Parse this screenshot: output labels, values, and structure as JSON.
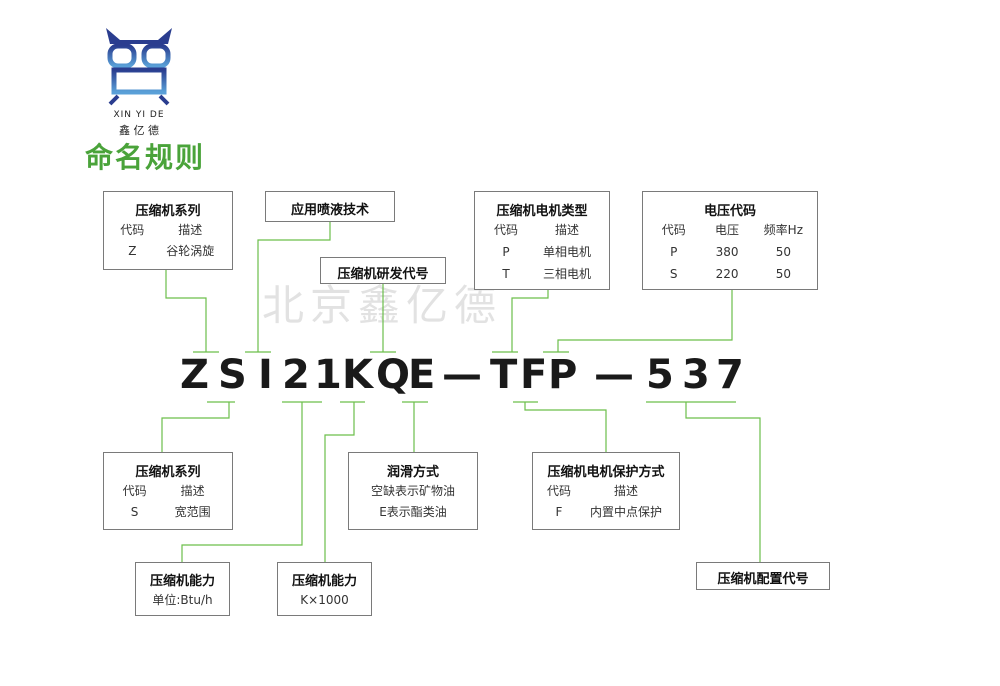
{
  "logo": {
    "brand_en": "XIN YI DE",
    "brand_cn": "鑫 亿 德"
  },
  "page_title": "命名规则",
  "watermark": "北京鑫亿德",
  "model_code": {
    "chars": [
      "Z",
      "S",
      "I",
      "2",
      "1",
      "K",
      "Q",
      "E",
      "—",
      "T",
      "F",
      "P",
      "—",
      "5",
      "3",
      "7"
    ]
  },
  "colors": {
    "line": "#6cbf4b",
    "title_green": "#4aa33a",
    "box_border": "#7a7a7a"
  },
  "boxes": {
    "series_top": {
      "title": "压缩机系列",
      "header": [
        "代码",
        "描述"
      ],
      "rows": [
        [
          "Z",
          "谷轮涡旋"
        ]
      ]
    },
    "injection": {
      "title": "应用喷液技术"
    },
    "rnd_code": {
      "title": "压缩机研发代号"
    },
    "motor_type": {
      "title": "压缩机电机类型",
      "header": [
        "代码",
        "描述"
      ],
      "rows": [
        [
          "P",
          "单相电机"
        ],
        [
          "T",
          "三相电机"
        ]
      ]
    },
    "voltage": {
      "title": "电压代码",
      "header": [
        "代码",
        "电压",
        "频率Hz"
      ],
      "rows": [
        [
          "P",
          "380",
          "50"
        ],
        [
          "S",
          "220",
          "50"
        ]
      ]
    },
    "series_bottom": {
      "title": "压缩机系列",
      "header": [
        "代码",
        "描述"
      ],
      "rows": [
        [
          "S",
          "宽范围"
        ]
      ]
    },
    "lubrication": {
      "title": "润滑方式",
      "lines": [
        "空缺表示矿物油",
        "E表示酯类油"
      ]
    },
    "motor_protection": {
      "title": "压缩机电机保护方式",
      "header": [
        "代码",
        "描述"
      ],
      "rows": [
        [
          "F",
          "内置中点保护"
        ]
      ]
    },
    "capacity_unit": {
      "title": "压缩机能力",
      "line": "单位:Btu/h"
    },
    "capacity_factor": {
      "title": "压缩机能力",
      "line": "K×1000"
    },
    "config_code": {
      "title": "压缩机配置代号"
    }
  }
}
